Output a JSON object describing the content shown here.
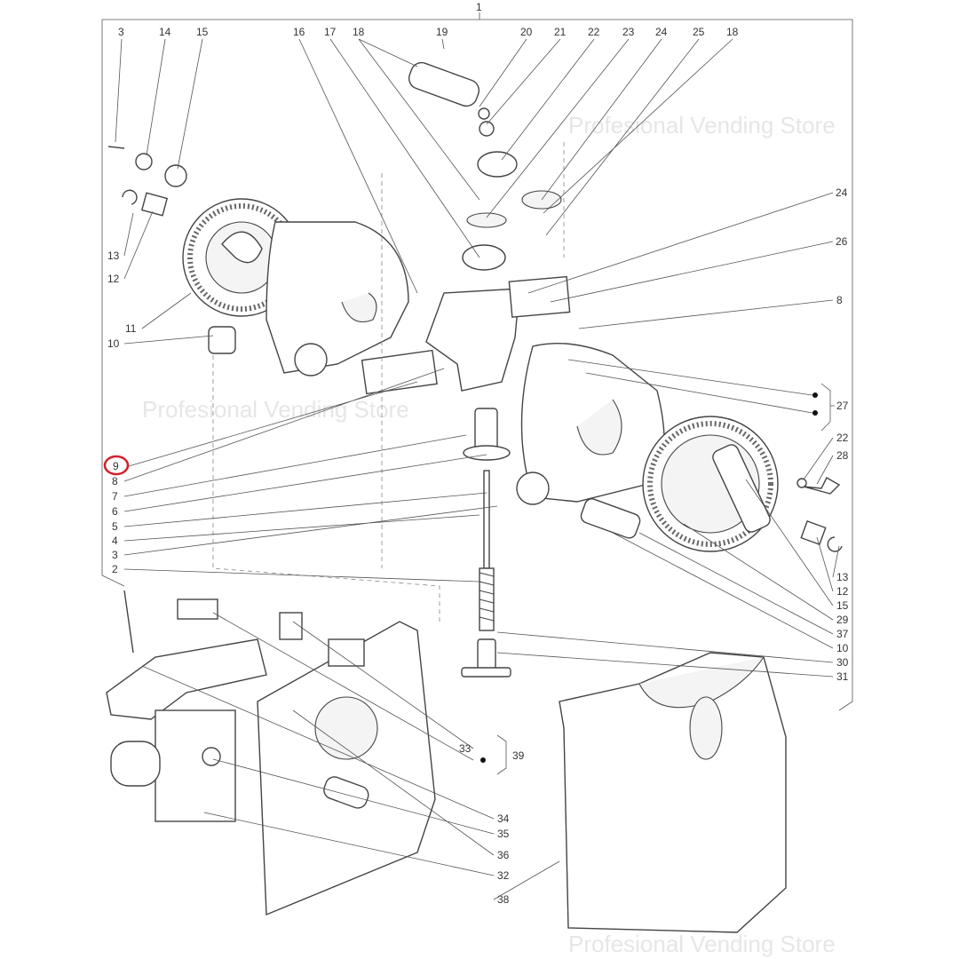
{
  "watermark": "Profesional Vending Store",
  "highlight_color": "#d0202a",
  "labels": {
    "top_assembly": "1",
    "top": [
      "3",
      "14",
      "15",
      "16",
      "17",
      "18",
      "19",
      "20",
      "21",
      "22",
      "23",
      "24",
      "25",
      "18"
    ],
    "left": [
      "13",
      "12",
      "11",
      "10",
      "9",
      "8",
      "7",
      "6",
      "5",
      "4",
      "3",
      "2"
    ],
    "right": [
      "24",
      "26",
      "8",
      "27",
      "22",
      "28",
      "13",
      "12",
      "15",
      "29",
      "37",
      "10",
      "30",
      "31"
    ],
    "bottom": [
      "33",
      "39",
      "34",
      "35",
      "36",
      "32",
      "38"
    ]
  },
  "highlighted_label": "9"
}
